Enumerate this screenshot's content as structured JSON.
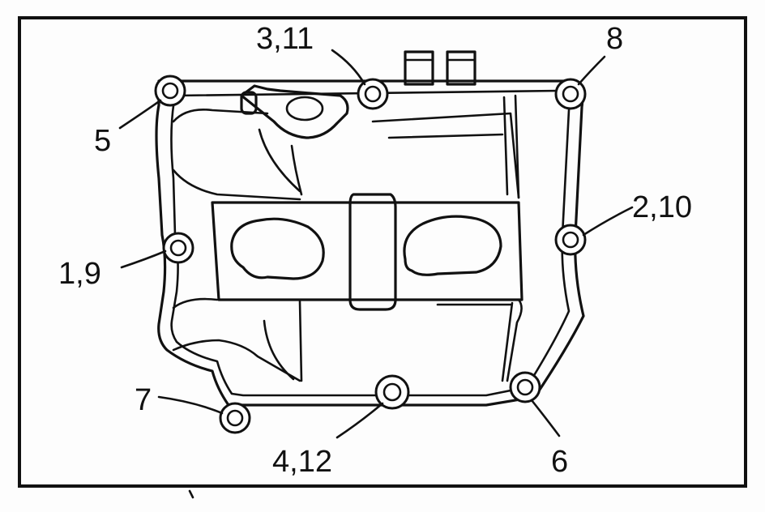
{
  "bolt_callouts": {
    "top_center": "3,11",
    "top_right": "8",
    "top_left": "5",
    "right_middle": "2,10",
    "left_middle": "1,9",
    "bottom_left": "7",
    "bottom_center": "4,12",
    "bottom_right": "6"
  },
  "icons": {
    "bolt": "bolt-hole-icon"
  },
  "colors": {
    "line": "#111111",
    "background": "#ffffff"
  }
}
